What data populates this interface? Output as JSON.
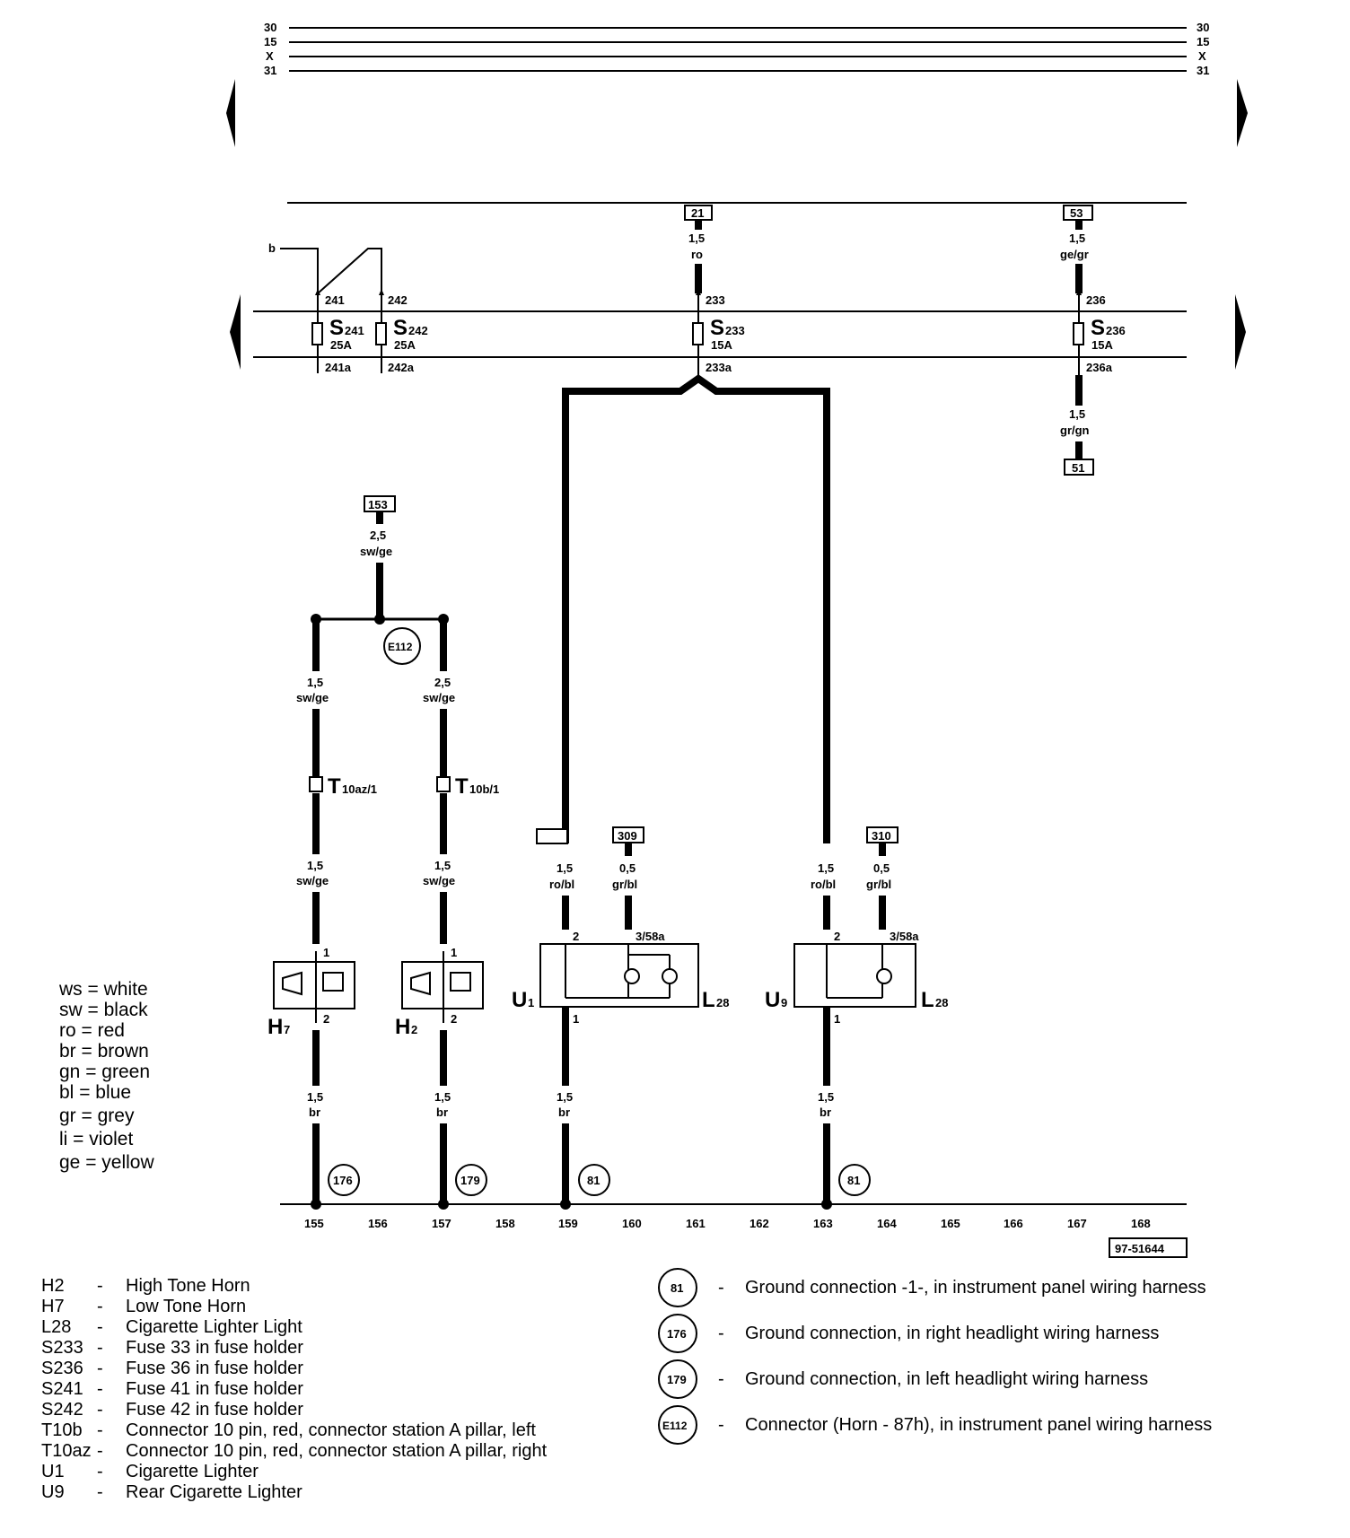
{
  "bus_labels": [
    "30",
    "15",
    "X",
    "31"
  ],
  "fuses": [
    {
      "id": "S241",
      "letter": "S",
      "num": "241",
      "rating": "25A",
      "top": "241",
      "bottom": "241a"
    },
    {
      "id": "S242",
      "letter": "S",
      "num": "242",
      "rating": "25A",
      "top": "242",
      "bottom": "242a"
    },
    {
      "id": "S233",
      "letter": "S",
      "num": "233",
      "rating": "15A",
      "top": "233",
      "bottom": "233a"
    },
    {
      "id": "S236",
      "letter": "S",
      "num": "236",
      "rating": "15A",
      "top": "236",
      "bottom": "236a"
    }
  ],
  "branch_b": "b",
  "refs": {
    "r21": "21",
    "r53": "53",
    "r51": "51",
    "r153": "153",
    "r309": "309",
    "r310": "310"
  },
  "wires": {
    "w21": {
      "size": "1,5",
      "color": "ro"
    },
    "w53": {
      "size": "1,5",
      "color": "ge/gr"
    },
    "w51": {
      "size": "1,5",
      "color": "gr/gn"
    },
    "w153": {
      "size": "2,5",
      "color": "sw/ge"
    },
    "w155a": {
      "size": "1,5",
      "color": "sw/ge"
    },
    "w157a": {
      "size": "2,5",
      "color": "sw/ge"
    },
    "w155b": {
      "size": "1,5",
      "color": "sw/ge"
    },
    "w157b": {
      "size": "1,5",
      "color": "sw/ge"
    },
    "w159a": {
      "size": "1,5",
      "color": "ro/bl"
    },
    "w160a": {
      "size": "0,5",
      "color": "gr/bl"
    },
    "w163a": {
      "size": "1,5",
      "color": "ro/bl"
    },
    "w164a": {
      "size": "0,5",
      "color": "gr/bl"
    },
    "w155c": {
      "size": "1,5",
      "color": "br"
    },
    "w157c": {
      "size": "1,5",
      "color": "br"
    },
    "w159c": {
      "size": "1,5",
      "color": "br"
    },
    "w163c": {
      "size": "1,5",
      "color": "br"
    }
  },
  "connectors": {
    "c1": {
      "letter": "T",
      "sub": "10az/1"
    },
    "c2": {
      "letter": "T",
      "sub": "10b/1"
    }
  },
  "pins": {
    "one": "1",
    "two": "2",
    "pin58": "3/58a"
  },
  "components": {
    "H7": {
      "letter": "H",
      "sub": "7"
    },
    "H2": {
      "letter": "H",
      "sub": "2"
    },
    "U1": {
      "letter": "U",
      "sub": "1"
    },
    "U9": {
      "letter": "U",
      "sub": "9"
    },
    "L28a": {
      "letter": "L",
      "sub": "28"
    },
    "L28b": {
      "letter": "L",
      "sub": "28"
    }
  },
  "grounds": {
    "g176": "176",
    "g179": "179",
    "g81": "81",
    "e112": "E112"
  },
  "columns": [
    "155",
    "156",
    "157",
    "158",
    "159",
    "160",
    "161",
    "162",
    "163",
    "164",
    "165",
    "166",
    "167",
    "168"
  ],
  "diagram_code": "97-51644",
  "color_codes": [
    {
      "code": "ws",
      "name": "white"
    },
    {
      "code": "sw",
      "name": "black"
    },
    {
      "code": "ro",
      "name": "red"
    },
    {
      "code": "br",
      "name": "brown"
    },
    {
      "code": "gn",
      "name": "green"
    },
    {
      "code": "bl",
      "name": "blue"
    },
    {
      "code": "gr",
      "name": "grey"
    },
    {
      "code": "li",
      "name": "violet"
    },
    {
      "code": "ge",
      "name": "yellow"
    }
  ],
  "legend": [
    {
      "code": "H2",
      "text": "High Tone Horn"
    },
    {
      "code": "H7",
      "text": "Low Tone Horn"
    },
    {
      "code": "L28",
      "text": "Cigarette Lighter Light"
    },
    {
      "code": "S233",
      "text": "Fuse 33 in fuse holder"
    },
    {
      "code": "S236",
      "text": "Fuse 36 in fuse holder"
    },
    {
      "code": "S241",
      "text": "Fuse 41 in fuse holder"
    },
    {
      "code": "S242",
      "text": "Fuse 42 in fuse holder"
    },
    {
      "code": "T10b",
      "text": "Connector 10 pin, red, connector station A pillar, left"
    },
    {
      "code": "T10az",
      "text": "Connector 10 pin, red, connector station A pillar, right"
    },
    {
      "code": "U1",
      "text": "Cigarette Lighter"
    },
    {
      "code": "U9",
      "text": "Rear Cigarette Lighter"
    }
  ],
  "ground_legend": [
    {
      "symbol": "81",
      "text": "Ground connection -1-, in instrument panel wiring harness"
    },
    {
      "symbol": "176",
      "text": "Ground connection, in right headlight wiring harness"
    },
    {
      "symbol": "179",
      "text": "Ground connection, in left headlight wiring harness"
    },
    {
      "symbol": "E112",
      "text": "Connector (Horn - 87h), in instrument panel wiring harness"
    }
  ]
}
